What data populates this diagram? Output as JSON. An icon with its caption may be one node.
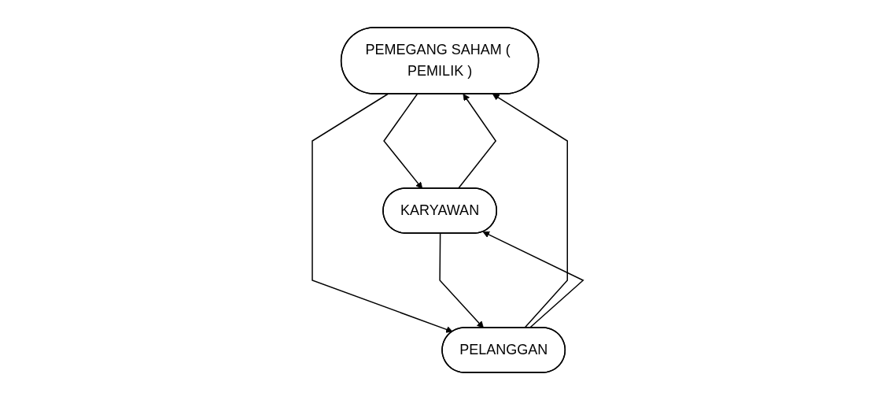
{
  "diagram": {
    "nodes": [
      {
        "text": [
          "PEMEGANG SAHAM ( PEMILIK )"
        ]
      },
      {
        "text": [
          "KARYAWAN"
        ]
      },
      {
        "text": [
          "PELANGGAN"
        ]
      }
    ],
    "edges": [
      {
        "from": 1,
        "to": 0,
        "arrow": "to"
      },
      {
        "from": 0,
        "to": 1,
        "arrow": "to"
      },
      {
        "from": 0,
        "to": 2,
        "arrow": "to"
      },
      {
        "from": 2,
        "to": 0,
        "arrow": "to"
      },
      {
        "from": 1,
        "to": 2,
        "arrow": "to"
      },
      {
        "from": 2,
        "to": 1,
        "arrow": "to"
      }
    ]
  }
}
